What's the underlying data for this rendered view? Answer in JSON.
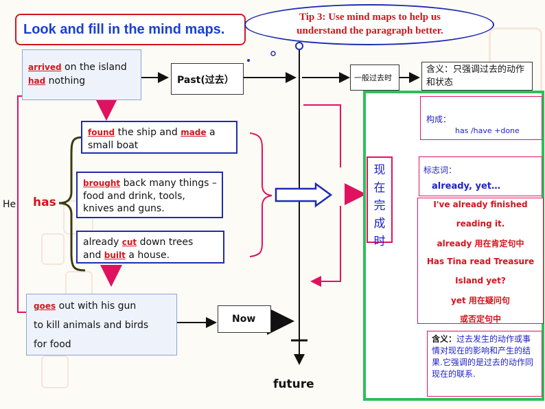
{
  "title": "Look and fill in the mind maps.",
  "tip": "Tip 3: Use mind maps to help us understand the paragraph better.",
  "left": {
    "box1": {
      "blank1": "arrived",
      "text1": " on the island",
      "blank2": "had",
      "text2": " nothing"
    },
    "past": "Past(过去）",
    "yiban": "一般过去时",
    "hanyi_top": "含义：只强调过去的动作和状态",
    "he": "He",
    "has": "has",
    "box2": {
      "blank1": "found",
      "text1": " the ship and ",
      "blank2": "made",
      "text2": " a",
      "text3": "small boat"
    },
    "box3": {
      "blank1": "brought",
      "text1": " back many things –",
      "text2": "food and drink, tools,",
      "text3": "knives and guns."
    },
    "box4": {
      "text0": "already ",
      "blank1": "cut",
      "text1": " down trees",
      "text2": "and ",
      "blank2": "built",
      "text3": " a house."
    },
    "box5": {
      "blank1": "goes",
      "text1": " out with his  gun",
      "text2": "to kill animals and birds",
      "text3": "for food"
    },
    "now": "Now",
    "future": "future"
  },
  "right": {
    "tense": [
      "现",
      "在",
      "完",
      "成",
      "时"
    ],
    "goucheng_label": "构成：",
    "goucheng_value": "has /have +done",
    "biaozhi_label": "标志词：",
    "biaozhi_value": "already, yet…",
    "ex1a": "I've already finished",
    "ex1b": "reading it.",
    "ex2": "already 用在肯定句中",
    "ex3a": "Has Tina read Treasure",
    "ex3b": "Island yet?",
    "ex4a": "yet 用在疑问句",
    "ex4b": "或否定句中",
    "hanyi_label": "含义：",
    "hanyi_text": "过去发生的动作或事情对现在的影响和产生的结果.它强调的是过去的动作同现在的联系."
  },
  "colors": {
    "accent_blue": "#1d2bb0",
    "title_blue": "#1a3fd0",
    "magenta": "#e0115f",
    "red": "#d4141c",
    "green": "#2bbf5a"
  }
}
